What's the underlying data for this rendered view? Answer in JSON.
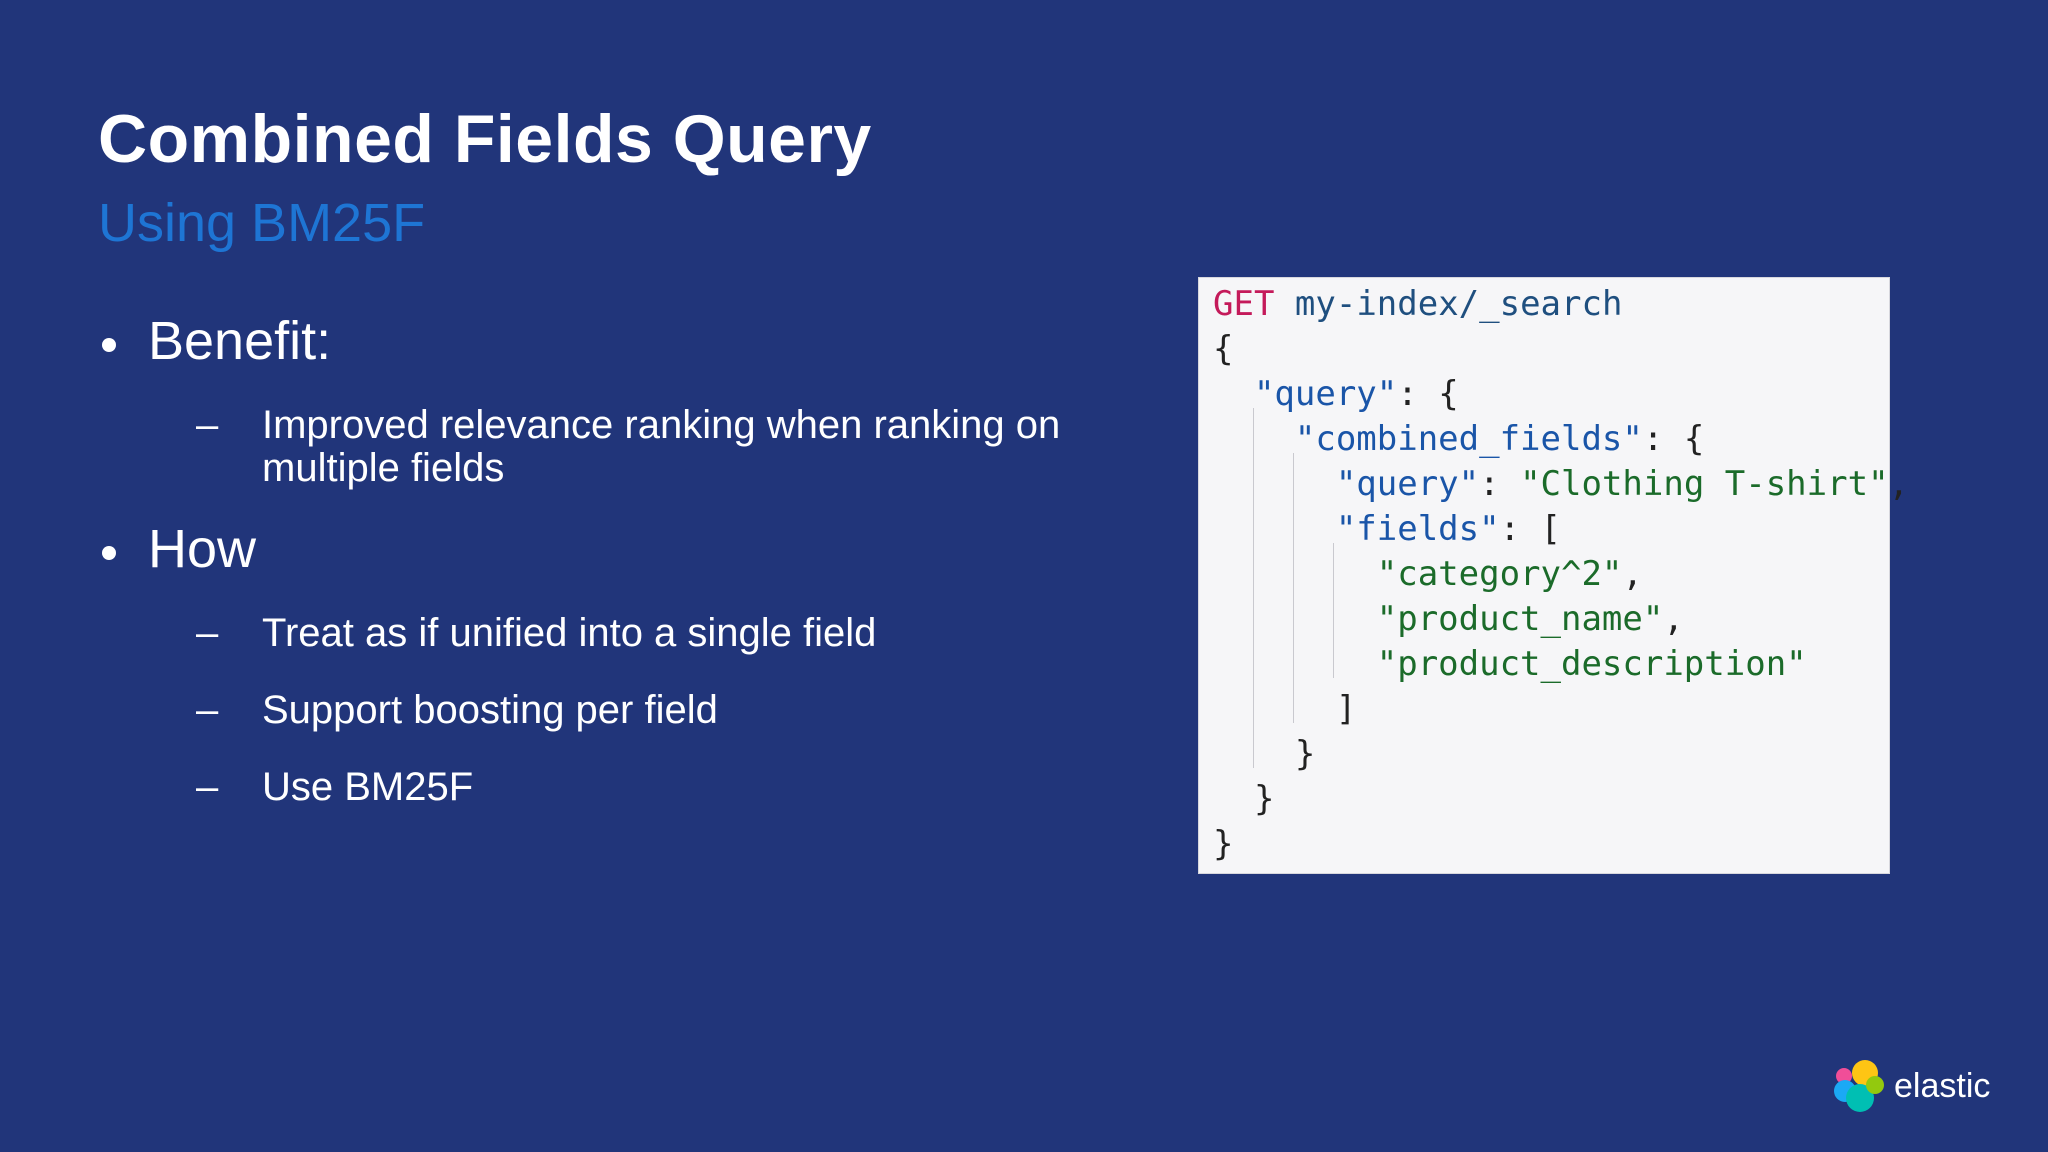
{
  "slide": {
    "title": "Combined Fields Query",
    "subtitle": "Using BM25F",
    "bullets": [
      {
        "label": "Benefit:",
        "subitems": [
          "Improved relevance ranking when ranking on multiple fields"
        ]
      },
      {
        "label": "How",
        "subitems": [
          "Treat as if unified into a single field",
          "Support boosting per field",
          "Use BM25F"
        ]
      }
    ],
    "dash": "–"
  },
  "code": {
    "method": "GET",
    "path": "my-index/_search",
    "open_brace": "{",
    "query_key": "\"query\"",
    "combined_fields_key": "\"combined_fields\"",
    "inner_query_key": "\"query\"",
    "inner_query_value": "\"Clothing T-shirt\"",
    "fields_key": "\"fields\"",
    "fields": [
      "\"category^2\"",
      "\"product_name\"",
      "\"product_description\""
    ],
    "close_bracket": "]",
    "close_brace": "}"
  },
  "logo": {
    "name": "elastic",
    "colors": {
      "yellow": "#fec514",
      "pink": "#f04e98",
      "teal": "#00bfb3",
      "blue": "#1ba9f5",
      "green": "#93c90e"
    }
  },
  "colors": {
    "background": "#21357a",
    "subtitle": "#1e75d4",
    "code_background": "#f6f6f8"
  }
}
